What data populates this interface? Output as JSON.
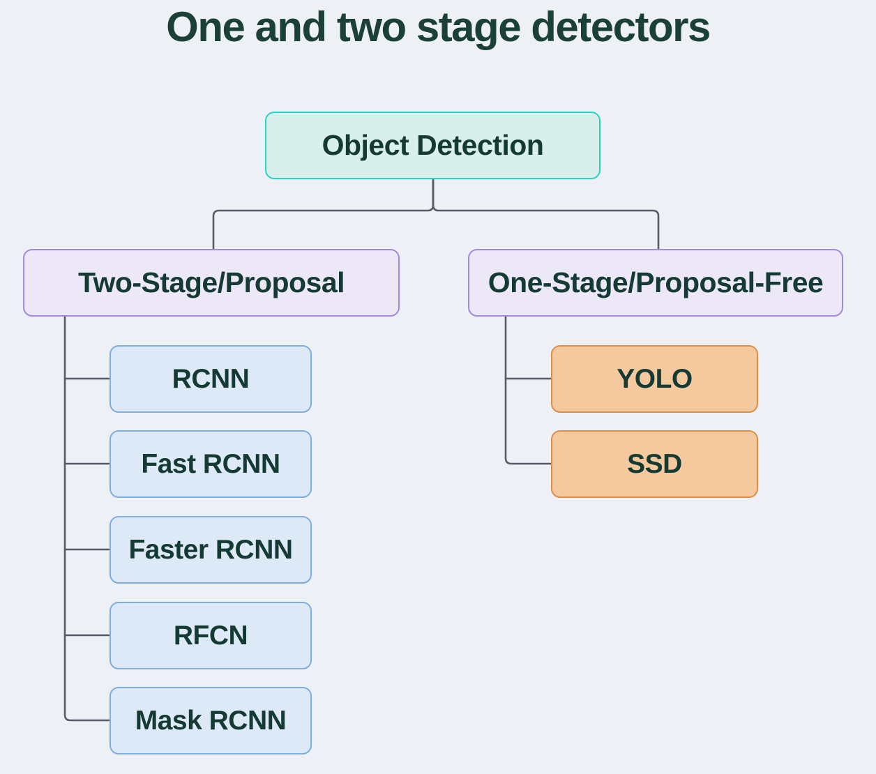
{
  "title": "One and two stage detectors",
  "colors": {
    "background": "#edf1f6",
    "title_text": "#1b4038",
    "node_text": "#153a33",
    "connector_line": "#555c68",
    "root_fill": "#d9efeb",
    "root_border": "#2bd2c4",
    "stage_fill": "#ece8f8",
    "stage_border": "#a388e0",
    "two_stage_child_fill": "#dde9f6",
    "two_stage_child_border": "#7fadde",
    "one_stage_child_fill": "#f5c99e",
    "one_stage_child_border": "#dd8f49"
  },
  "tree": {
    "root": {
      "label": "Object Detection"
    },
    "branches": [
      {
        "label": "Two-Stage/Proposal",
        "children": [
          {
            "label": "RCNN"
          },
          {
            "label": "Fast RCNN"
          },
          {
            "label": "Faster RCNN"
          },
          {
            "label": "RFCN"
          },
          {
            "label": "Mask RCNN"
          }
        ]
      },
      {
        "label": "One-Stage/Proposal-Free",
        "children": [
          {
            "label": "YOLO"
          },
          {
            "label": "SSD"
          }
        ]
      }
    ]
  }
}
